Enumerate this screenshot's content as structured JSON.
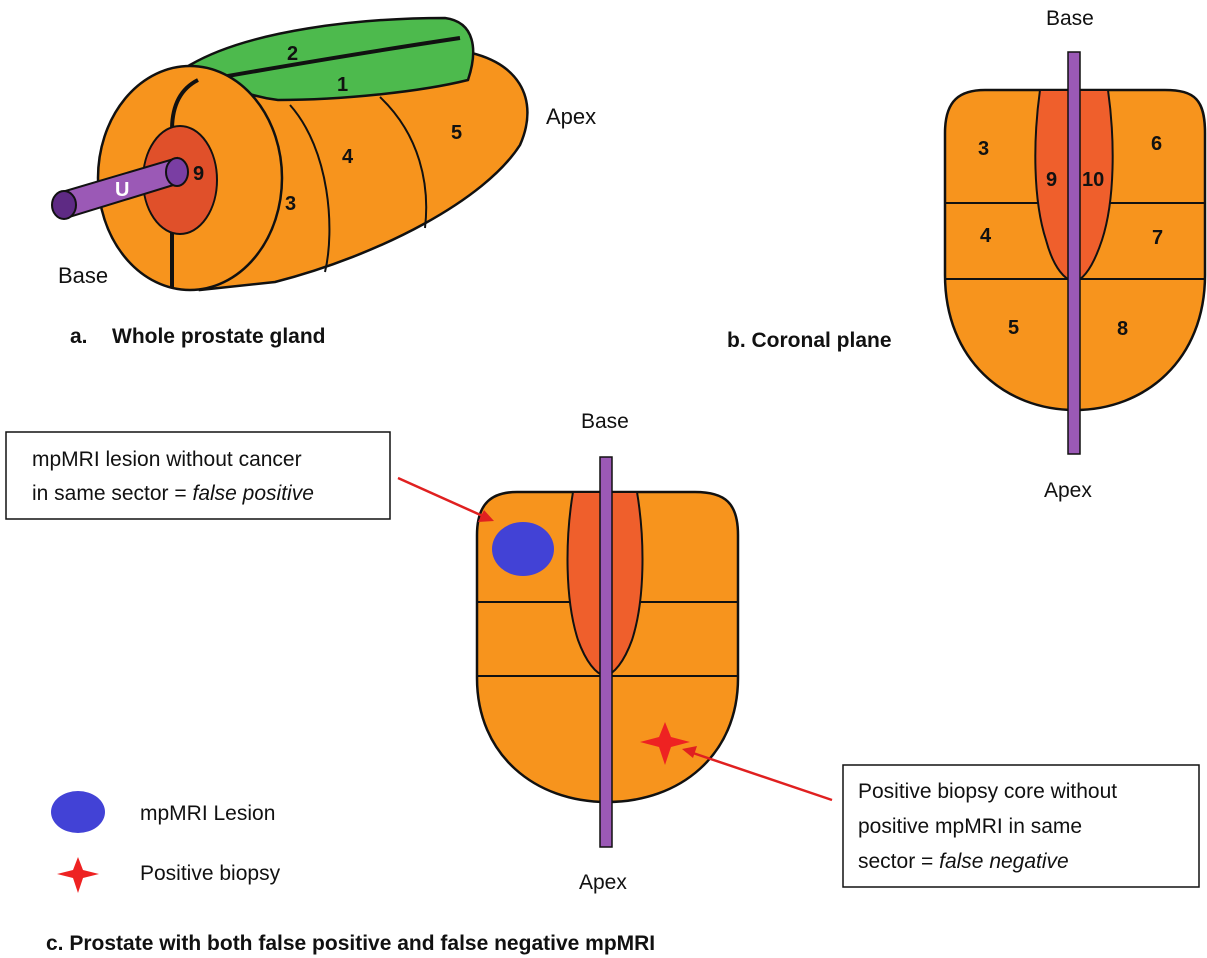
{
  "colors": {
    "orange": "#F7941D",
    "dark_orange": "#EF5F2C",
    "red_core": "#E0502A",
    "green": "#4DBA4D",
    "purple": "#9B59B6",
    "purple_dark": "#5E2A84",
    "lesion_blue": "#4242D6",
    "biopsy_red": "#EE2222",
    "arrow_red": "#E02020"
  },
  "panel_a": {
    "caption_letter": "a.",
    "caption": "Whole prostate gland",
    "base_label": "Base",
    "apex_label": "Apex",
    "urethra_label": "U",
    "sectors": [
      "1",
      "2",
      "3",
      "4",
      "5",
      "9"
    ]
  },
  "panel_b": {
    "caption": "b. Coronal plane",
    "base_label": "Base",
    "apex_label": "Apex",
    "sectors": [
      "3",
      "4",
      "5",
      "6",
      "7",
      "8",
      "9",
      "10"
    ]
  },
  "panel_c": {
    "caption": "c. Prostate with both false positive and false negative mpMRI",
    "base_label": "Base",
    "apex_label": "Apex",
    "false_positive_box": {
      "line1": "mpMRI lesion without cancer",
      "line2_prefix": "in same sector = ",
      "line2_italic": "false positive"
    },
    "false_negative_box": {
      "line1": "Positive biopsy core without",
      "line2": "positive mpMRI in same",
      "line3_prefix": "sector = ",
      "line3_italic": "false negative"
    },
    "legend": {
      "lesion": "mpMRI Lesion",
      "biopsy": "Positive biopsy"
    }
  }
}
